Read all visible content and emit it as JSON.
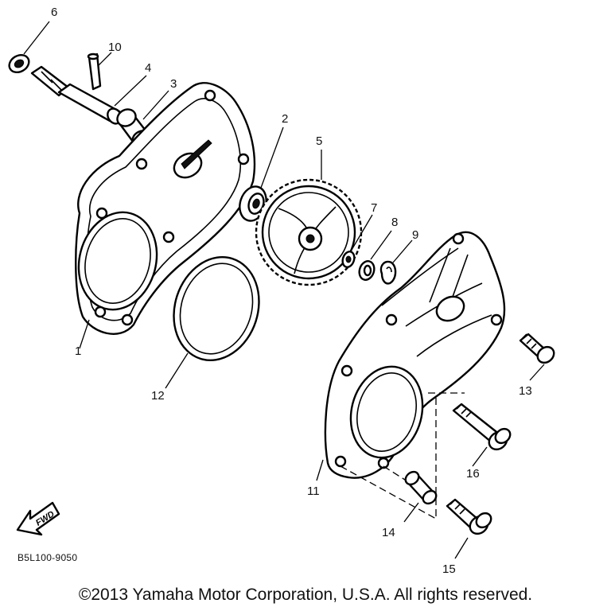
{
  "diagram": {
    "callouts": [
      "6",
      "10",
      "4",
      "3",
      "2",
      "5",
      "7",
      "8",
      "9",
      "1",
      "12",
      "13",
      "16",
      "11",
      "14",
      "15"
    ],
    "fwd_label": "FWD",
    "code": "B5L100-9050"
  },
  "footer": {
    "copyright": "©2013 Yamaha Motor Corporation, U.S.A. All rights reserved."
  }
}
